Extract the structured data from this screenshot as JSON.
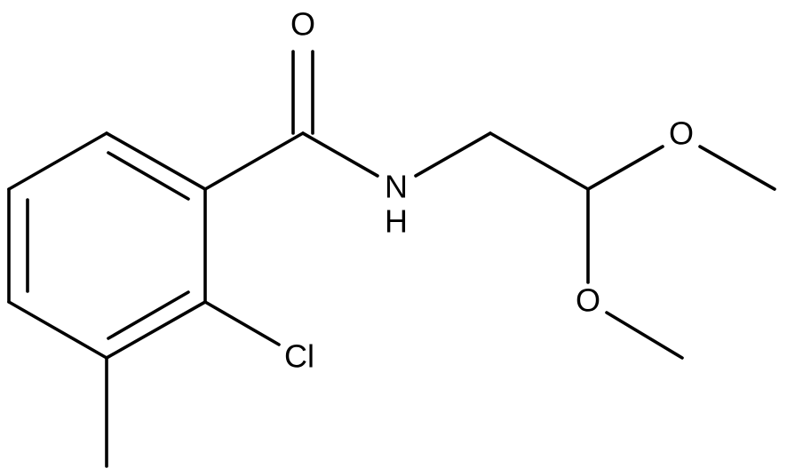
{
  "molecule": {
    "atoms": {
      "carbonyl_oxygen": "O",
      "amide_nitrogen": "N",
      "amide_hydrogen": "H",
      "ether_oxygen_top": "O",
      "ether_oxygen_bottom": "O",
      "chlorine": "Cl"
    }
  },
  "colors": {
    "bond": "#000000",
    "label": "#000000",
    "background": "#ffffff"
  }
}
